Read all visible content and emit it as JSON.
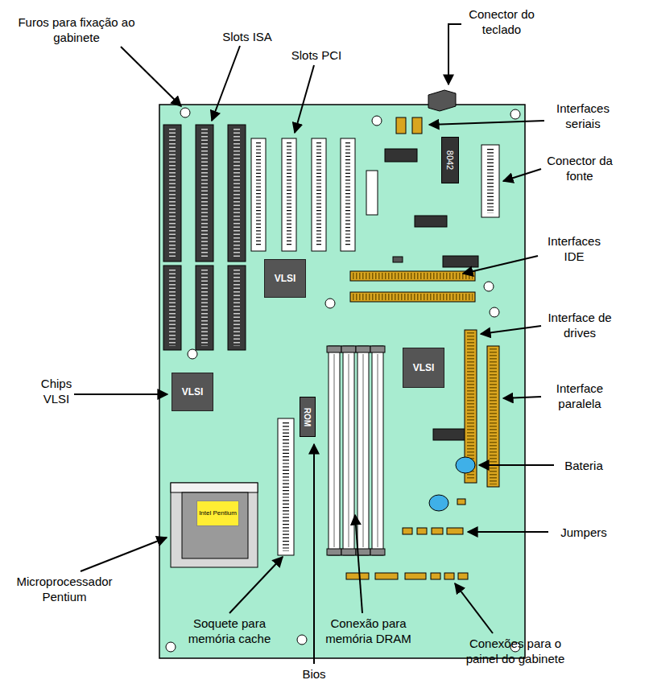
{
  "diagram": {
    "nodes": [
      {
        "text": [
          "8042"
        ]
      },
      {
        "text": [
          "VLSI"
        ]
      },
      {
        "text": [
          "VLSI"
        ]
      },
      {
        "text": [
          "VLSI"
        ]
      },
      {
        "text": [
          "ROM"
        ]
      },
      {
        "text": [
          "Intel Pentium"
        ]
      }
    ],
    "labels": [
      "Conector do teclado",
      "Furos para fixação ao gabinete",
      "Slots ISA",
      "Slots PCI",
      "Interfaces seriais",
      "Conector da fonte",
      "Interfaces IDE",
      "Interface de drives",
      "Chips VLSI",
      "Interface paralela",
      "Bateria",
      "Jumpers",
      "Microprocessador Pentium",
      "Soquete para memória cache",
      "Conexão para memória DRAM",
      "Conexões para o painel do gabinete",
      "Bios"
    ]
  }
}
